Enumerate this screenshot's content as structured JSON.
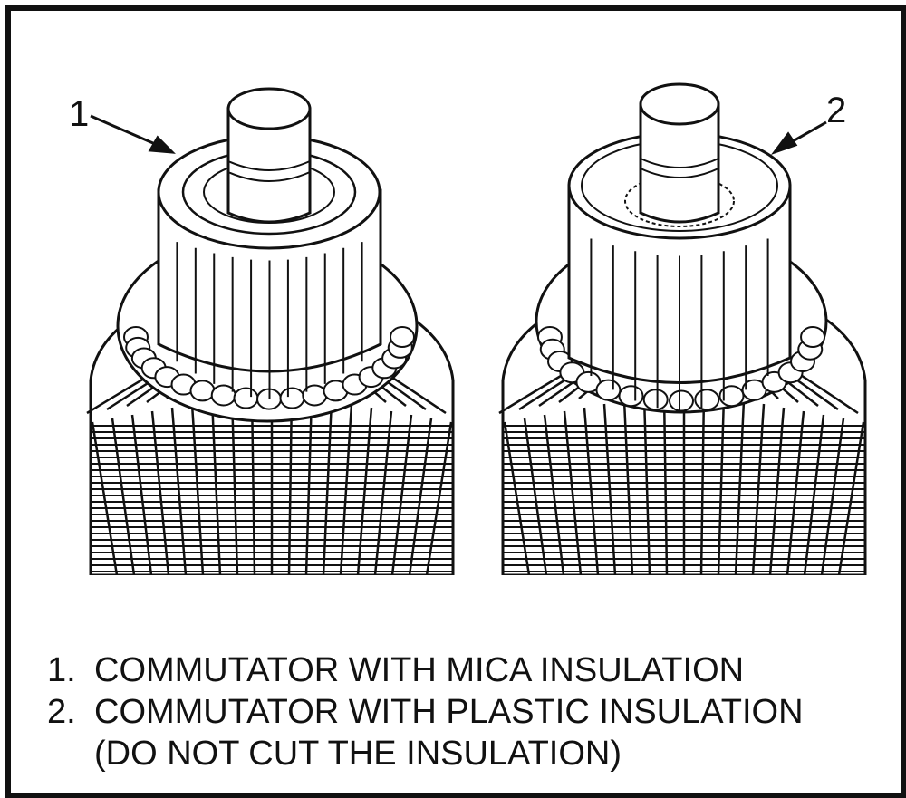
{
  "callouts": [
    {
      "id": "1",
      "text": "1"
    },
    {
      "id": "2",
      "text": "2"
    }
  ],
  "legend": [
    {
      "num": "1.",
      "text": "COMMUTATOR WITH MICA INSULATION"
    },
    {
      "num": "2.",
      "text": "COMMUTATOR WITH PLASTIC INSULATION"
    },
    {
      "num": "",
      "text": "(DO NOT CUT THE INSULATION)"
    }
  ],
  "colors": {
    "ink": "#111111",
    "paper": "#ffffff"
  }
}
